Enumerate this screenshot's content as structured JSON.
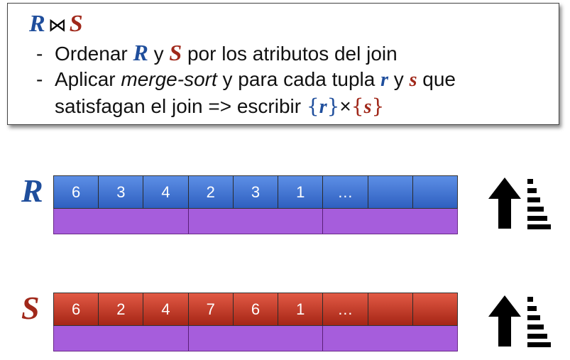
{
  "header": {
    "title_r": "R",
    "title_join": "⋈",
    "title_s": "S",
    "bullet1": {
      "dash": "-",
      "pre": "Ordenar ",
      "r": "R",
      "mid": " y ",
      "s": "S",
      "post": " por los atributos del join"
    },
    "bullet2": {
      "dash": "-",
      "pre": "Aplicar ",
      "em": "merge-sort",
      "mid": " y para cada tupla ",
      "r": "r",
      "and": " y ",
      "s": "s",
      "post": " que"
    },
    "bullet3": {
      "pre": "satisfagan el join => escribir ",
      "r_open": "{",
      "r": "r",
      "r_close": "}",
      "times": "×",
      "s_open": "{",
      "s": "s",
      "s_close": "}"
    }
  },
  "relation_r": {
    "label": "R",
    "cells": [
      "6",
      "3",
      "4",
      "2",
      "3",
      "1",
      "…",
      "",
      ""
    ],
    "pages": 3,
    "color": "#3a6fd0"
  },
  "relation_s": {
    "label": "S",
    "cells": [
      "6",
      "2",
      "4",
      "7",
      "6",
      "1",
      "…",
      "",
      ""
    ],
    "pages": 3,
    "color": "#c23a27"
  },
  "icons": {
    "sort_r": "sort-ascending-icon",
    "sort_s": "sort-ascending-icon"
  }
}
